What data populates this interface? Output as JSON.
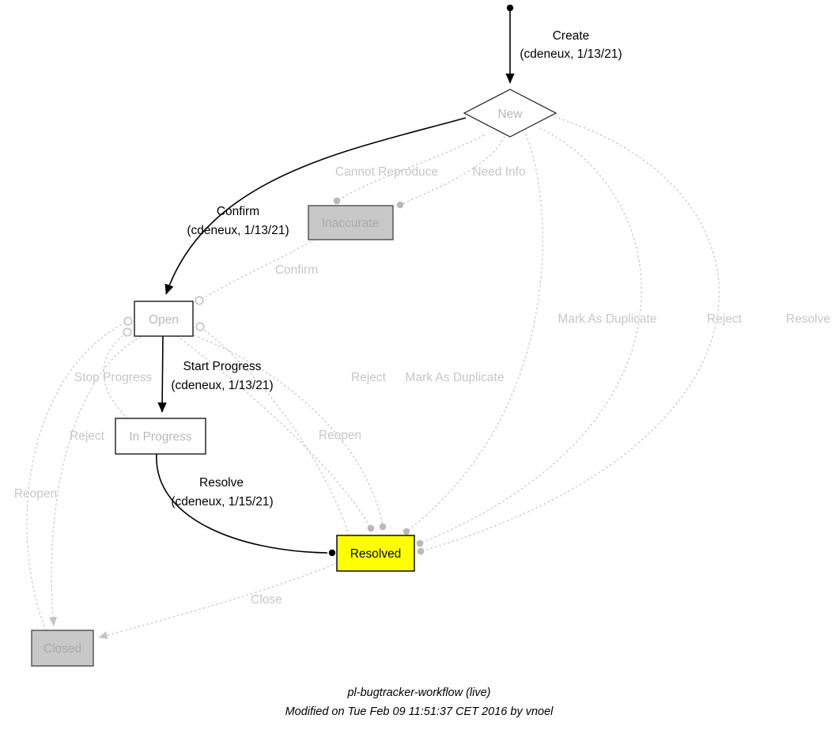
{
  "nodes": {
    "new": "New",
    "inaccurate": "Inaccurate",
    "open": "Open",
    "in_progress": "In Progress",
    "resolved": "Resolved",
    "closed": "Closed"
  },
  "edges": {
    "create": {
      "label": "Create",
      "detail": "(cdeneux, 1/13/21)"
    },
    "confirm_new_open": {
      "label": "Confirm",
      "detail": "(cdeneux, 1/13/21)"
    },
    "start_progress": {
      "label": "Start Progress",
      "detail": "(cdeneux, 1/13/21)"
    },
    "resolve_in_progress": {
      "label": "Resolve",
      "detail": "(cdeneux, 1/15/21)"
    },
    "cannot_reproduce": {
      "label": "Cannot Reproduce"
    },
    "need_info": {
      "label": "Need Info"
    },
    "confirm_inaccurate": {
      "label": "Confirm"
    },
    "mark_as_duplicate_new": {
      "label": "Mark As Duplicate"
    },
    "reject_new": {
      "label": "Reject"
    },
    "resolve_new": {
      "label": "Resolve"
    },
    "stop_progress": {
      "label": "Stop Progress"
    },
    "reject_open": {
      "label": "Reject"
    },
    "mark_as_duplicate_open": {
      "label": "Mark As Duplicate"
    },
    "reject_left": {
      "label": "Reject"
    },
    "reopen_resolved": {
      "label": "Reopen"
    },
    "reopen_closed": {
      "label": "Reopen"
    },
    "close": {
      "label": "Close"
    }
  },
  "footer": {
    "line1": "pl-bugtracker-workflow (live)",
    "line2": "Modified on Tue Feb 09 11:51:37 CET 2016 by vnoel"
  },
  "colors": {
    "active_stroke": "#000000",
    "inactive_gray": "#c6c6c6",
    "disabled_fill": "#c8c8c8",
    "resolved_fill": "#ffff00"
  }
}
